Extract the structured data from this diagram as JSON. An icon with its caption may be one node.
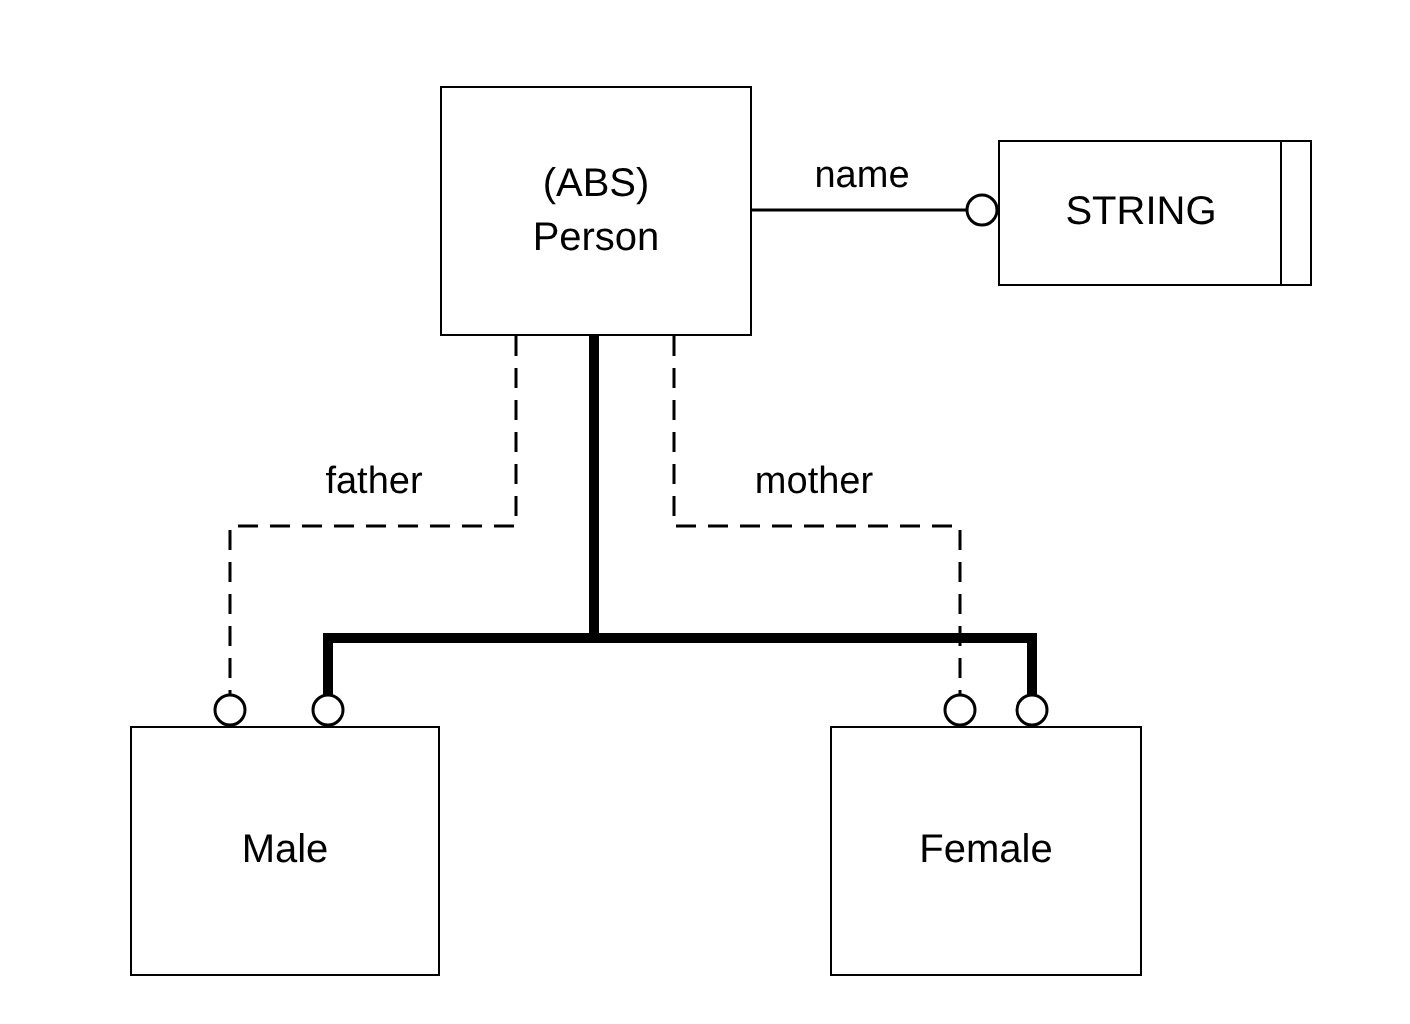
{
  "diagram": {
    "nodes": [
      {
        "text": [
          "(ABS) Person"
        ]
      },
      {
        "text": [
          "STRING"
        ]
      },
      {
        "text": [
          "Male"
        ]
      },
      {
        "text": [
          "Female"
        ]
      }
    ],
    "edges": [
      {
        "from": 0,
        "to": 1,
        "arrow": "other",
        "label": "name"
      },
      {
        "from": 0,
        "to": 2,
        "arrow": "other",
        "label": "father",
        "style": "dashed"
      },
      {
        "from": 0,
        "to": 3,
        "arrow": "other",
        "label": "mother",
        "style": "dashed"
      },
      {
        "from": 0,
        "to": 2,
        "arrow": "other",
        "style": "thick"
      },
      {
        "from": 0,
        "to": 3,
        "arrow": "other",
        "style": "thick"
      }
    ]
  }
}
